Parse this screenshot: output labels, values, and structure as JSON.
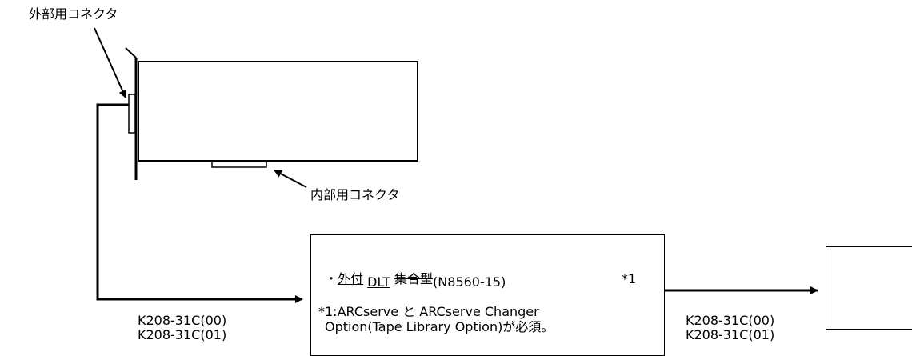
{
  "labels": {
    "external_connector": "外部用コネクタ",
    "internal_connector": "内部用コネクタ"
  },
  "cable_left": {
    "line1": "K208-31C(00)",
    "line2": "K208-31C(01)"
  },
  "cable_right": {
    "line1": "K208-31C(00)",
    "line2": "K208-31C(01)"
  },
  "device_box": {
    "bullet": "・",
    "item_part1": "外付",
    "item_part2": "DLT",
    "item_part3": "集合型",
    "item_part4": "(N8560-15)",
    "item_ref": "*1",
    "note_line1_a": "*1:ARCserve",
    "note_line1_b": "と",
    "note_line1_c": "ARCserve Changer",
    "note_line2_a": "Option(Tape Library Option)",
    "note_line2_b": "が必須。"
  }
}
